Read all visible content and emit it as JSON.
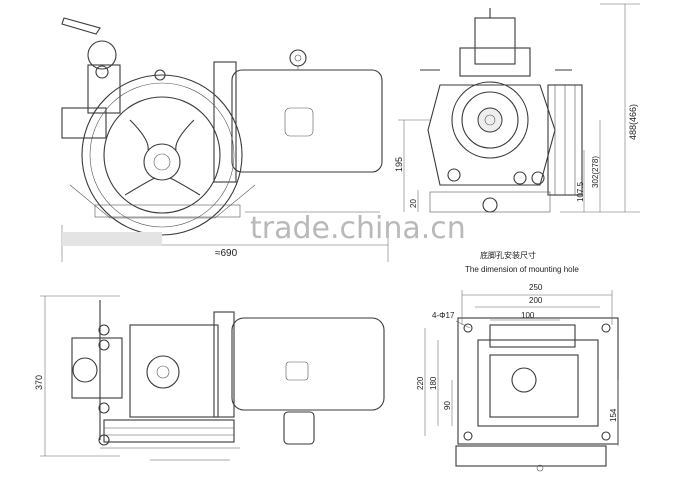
{
  "dimensions": {
    "overall_length": "≈690",
    "overall_height_front": "370",
    "height_side": "488(466)",
    "axle_height_195": "195",
    "small_20": "20",
    "h_107_5": "107.5",
    "h_302": "302(278)",
    "w_250": "250",
    "w_200": "200",
    "w_100": "100",
    "holes": "4-Φ17",
    "h_220": "220",
    "h_180": "180",
    "h_90": "90",
    "h_154": "154"
  },
  "captions": {
    "mounting_cn": "底脚孔安装尺寸",
    "mounting_en": "The dimension of mounting hole"
  },
  "watermark": "trade.china.cn"
}
